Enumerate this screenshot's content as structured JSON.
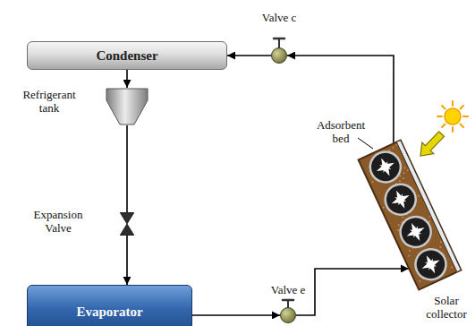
{
  "diagram": {
    "nodes": [
      {
        "text": [
          "Valve c"
        ]
      },
      {
        "text": [
          "Condenser"
        ]
      },
      {
        "text": [
          "Refrigerant tank"
        ]
      },
      {
        "text": [
          "Adsorbent bed",
          "Solar collector"
        ]
      },
      {
        "text": [
          "Expansion Valve"
        ]
      },
      {
        "text": [
          "Valve e"
        ]
      },
      {
        "text": [
          "Evaporator"
        ]
      }
    ],
    "edges": [
      {
        "from": 1,
        "to": 2,
        "arrow": "to"
      },
      {
        "from": 2,
        "to": 4,
        "arrow": "none"
      },
      {
        "from": 4,
        "to": 6,
        "arrow": "to"
      },
      {
        "from": 6,
        "to": 5,
        "arrow": "to"
      },
      {
        "from": 5,
        "to": 3,
        "arrow": "to"
      },
      {
        "from": 3,
        "to": 0,
        "arrow": "to"
      },
      {
        "from": 0,
        "to": 1,
        "arrow": "to"
      }
    ]
  }
}
